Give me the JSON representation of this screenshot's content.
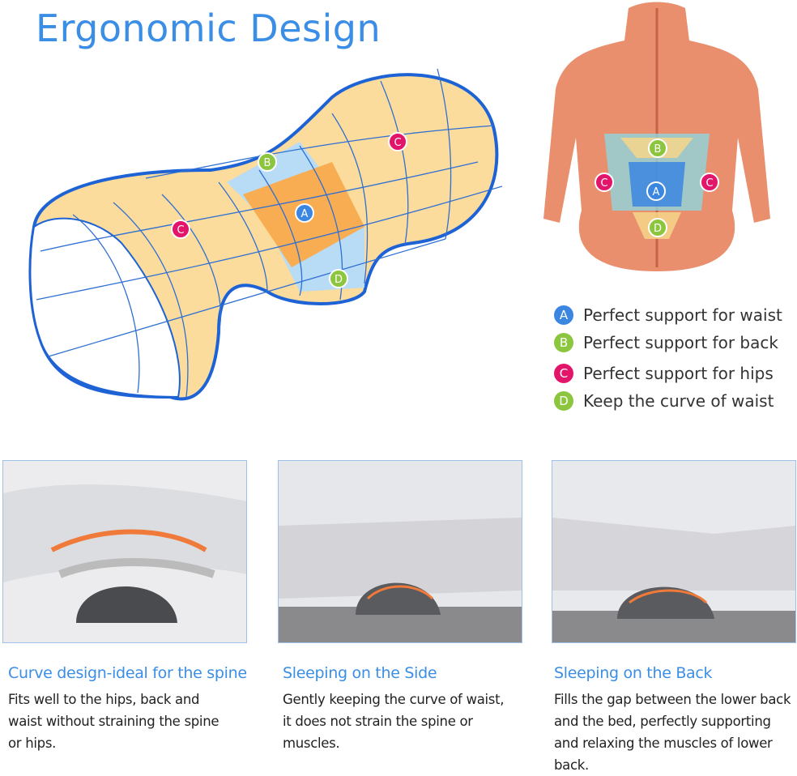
{
  "title": "Ergonomic Design",
  "markers": {
    "A": "A",
    "B": "B",
    "C": "C",
    "D": "D"
  },
  "colors": {
    "A": "#3b86e0",
    "B": "#8cc63f",
    "C": "#e2156b",
    "D": "#8cc63f",
    "accent": "#3b8ee6"
  },
  "legend": [
    {
      "marker": "A",
      "text": "Perfect support for waist"
    },
    {
      "marker": "B",
      "text": "Perfect support for back"
    },
    {
      "marker": "C",
      "text": "Perfect support for hips"
    },
    {
      "marker": "D",
      "text": "Keep the curve of waist"
    }
  ],
  "panels": [
    {
      "heading": "Curve design-ideal for the spine",
      "text": "Fits well to the hips, back and waist without straining the spine or hips."
    },
    {
      "heading": "Sleeping on the Side",
      "text": "Gently keeping the curve of waist, it does not strain the spine or muscles."
    },
    {
      "heading": "Sleeping on the Back",
      "text": "Fills the gap between the lower back and the bed, perfectly supporting and relaxing the muscles of lower back."
    }
  ]
}
